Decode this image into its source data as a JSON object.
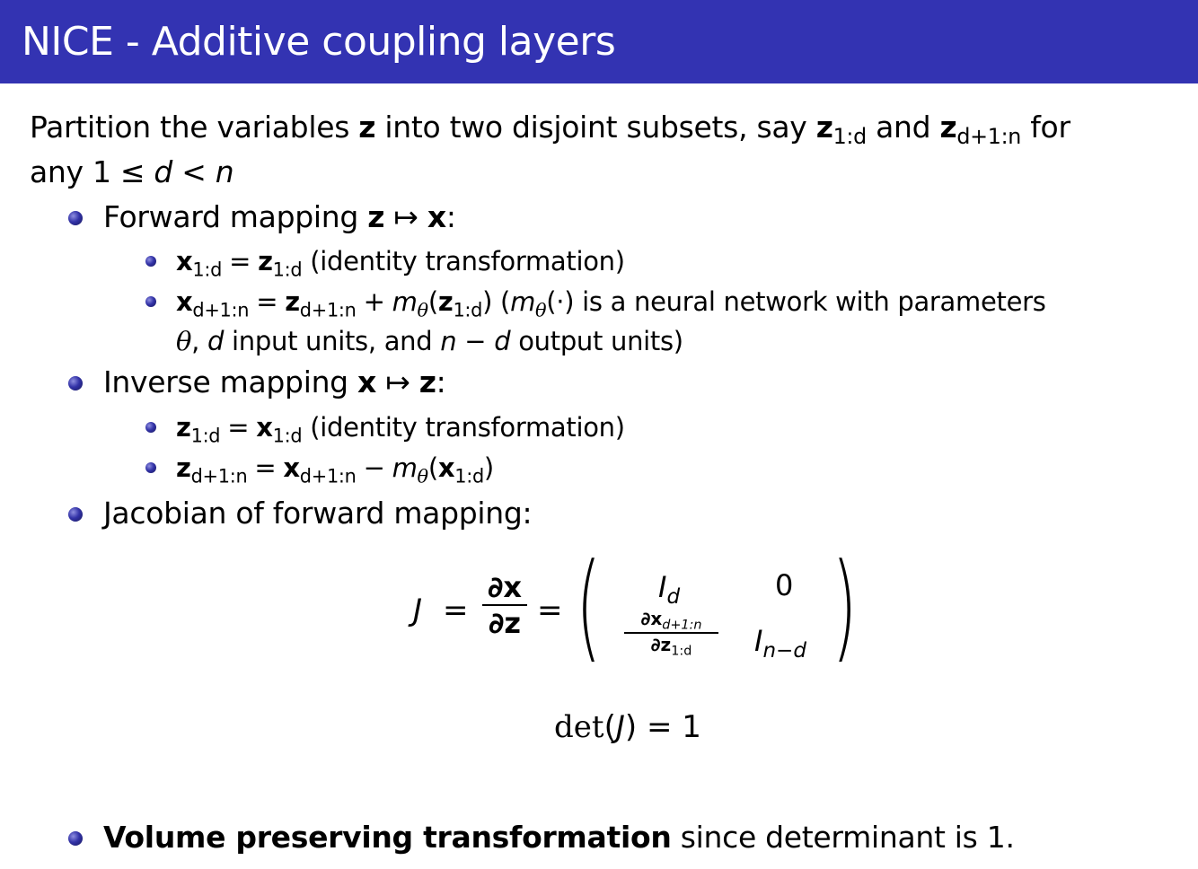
{
  "slide": {
    "title": "NICE - Additive coupling layers",
    "header_color": "#3333b2"
  },
  "intro": {
    "line1_a": "Partition the variables ",
    "z": "z",
    "line1_b": " into two disjoint subsets, say ",
    "z_sub1": "1:d",
    "and": " and ",
    "z_sub2": "d+1:n",
    "line1_c": " for",
    "line2_a": "any 1 ≤ ",
    "d": "d",
    "lt": " < ",
    "n": "n"
  },
  "forward": {
    "label": "Forward mapping ",
    "z": "z",
    "maps": " ↦ ",
    "x": "x",
    "colon": ":",
    "item1": {
      "lhs": "x",
      "lhs_sub": "1:d",
      "eq": "=",
      "rhs": "z",
      "rhs_sub": "1:d",
      "note": "(identity transformation)"
    },
    "item2": {
      "lhs": "x",
      "lhs_sub": "d+1:n",
      "eq": "=",
      "rhs": "z",
      "rhs_sub": "d+1:n",
      "plus": "+",
      "m": "m",
      "theta": "θ",
      "arg": "z",
      "arg_sub": "1:d",
      "note_a": " is a neural network with parameters",
      "note_line2_theta": "θ",
      "note_line2_a": ", ",
      "note_line2_d": "d",
      "note_line2_b": " input units, and ",
      "note_line2_nd": "n − d",
      "note_line2_c": " output units)"
    }
  },
  "inverse": {
    "label": "Inverse mapping ",
    "x": "x",
    "maps": " ↦ ",
    "z": "z",
    "colon": ":",
    "item1": {
      "lhs": "z",
      "lhs_sub": "1:d",
      "eq": "=",
      "rhs": "x",
      "rhs_sub": "1:d",
      "note": "(identity transformation)"
    },
    "item2": {
      "lhs": "z",
      "lhs_sub": "d+1:n",
      "eq": "=",
      "rhs": "x",
      "rhs_sub": "d+1:n",
      "minus": "−",
      "m": "m",
      "theta": "θ",
      "arg": "x",
      "arg_sub": "1:d"
    }
  },
  "jacobian": {
    "label": "Jacobian of forward mapping:",
    "J": "J",
    "eq": "=",
    "frac_num": "∂x",
    "frac_den": "∂z",
    "m11": "I",
    "m11_sub": "d",
    "m12": "0",
    "m21_num": "∂x",
    "m21_num_sub": "d+1:n",
    "m21_den": "∂z",
    "m21_den_sub": "1:d",
    "m22": "I",
    "m22_sub": "n−d",
    "det_text": "det",
    "det_arg": "J",
    "det_rhs": "= 1"
  },
  "conclusion": {
    "bold": "Volume preserving transformation",
    "rest": " since determinant is 1."
  }
}
